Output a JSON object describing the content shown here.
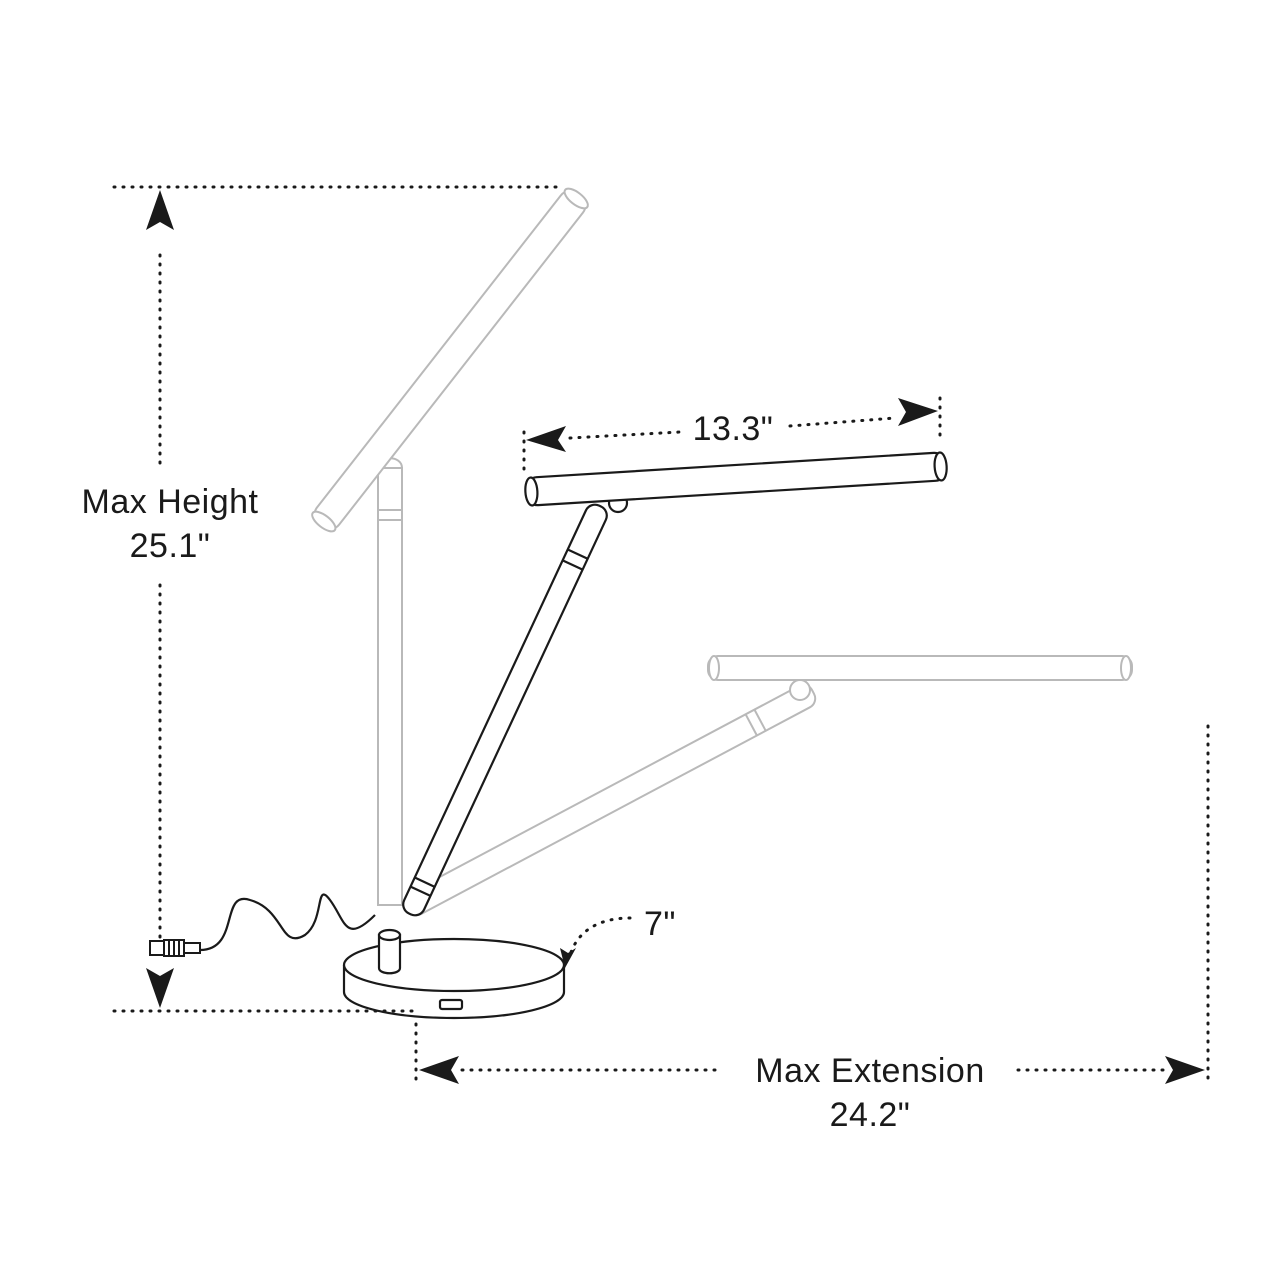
{
  "diagram": {
    "labels": {
      "max_height_title": "Max Height",
      "max_height_value": "25.1\"",
      "head_length": "13.3\"",
      "base_diameter": "7\"",
      "max_extension_title": "Max Extension",
      "max_extension_value": "24.2\""
    },
    "colors": {
      "line_dark": "#1a1a1a",
      "line_ghost": "#b9b9b9",
      "background": "#ffffff"
    },
    "icons": [
      "arrow-head-icon",
      "power-plug-icon",
      "usb-port-icon"
    ]
  }
}
